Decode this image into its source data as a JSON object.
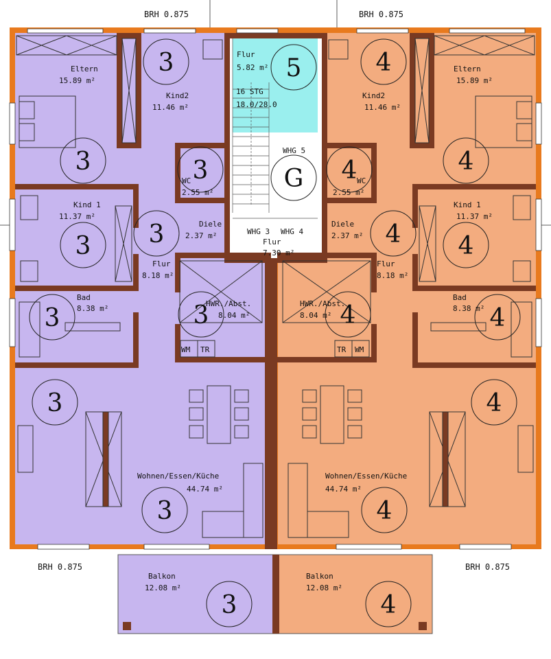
{
  "colors": {
    "unit3": "#c7b6ef",
    "unit4": "#f3ac7f",
    "unit5": "#9aefee",
    "stair": "#ffffff",
    "wall": "#7a3a22",
    "exterior": "#e87a1e"
  },
  "brh": {
    "top_left": "BRH 0.875",
    "top_right": "BRH 0.875",
    "bottom_left": "BRH 0.875",
    "bottom_right": "BRH 0.875"
  },
  "stair": {
    "steps": "16 STG",
    "ratio": "18.0/28.0",
    "unit_label": "WHG 5",
    "symbol": "G",
    "whg3": "WHG 3",
    "whg4": "WHG 4",
    "flur_label": "Flur",
    "flur_area": "7.30 m²"
  },
  "unit5": {
    "flur_label": "Flur",
    "flur_area": "5.82 m²",
    "number": "5"
  },
  "unit3": {
    "eltern": {
      "label": "Eltern",
      "area": "15.89 m²"
    },
    "kind2": {
      "label": "Kind2",
      "area": "11.46 m²"
    },
    "wc": {
      "label": "WC",
      "area": "2.55 m²"
    },
    "kind1": {
      "label": "Kind 1",
      "area": "11.37 m²"
    },
    "diele": {
      "label": "Diele",
      "area": "2.37 m²"
    },
    "flur": {
      "label": "Flur",
      "area": "8.18 m²"
    },
    "bad": {
      "label": "Bad",
      "area": "8.38 m²"
    },
    "hwr": {
      "label": "HWR./Abst.",
      "area": "8.04 m²"
    },
    "wm": "WM",
    "tr": "TR",
    "wohnen": {
      "label": "Wohnen/Essen/Küche",
      "area": "44.74 m²"
    },
    "balkon": {
      "label": "Balkon",
      "area": "12.08 m²"
    },
    "number": "3"
  },
  "unit4": {
    "eltern": {
      "label": "Eltern",
      "area": "15.89 m²"
    },
    "kind2": {
      "label": "Kind2",
      "area": "11.46 m²"
    },
    "wc": {
      "label": "WC",
      "area": "2.55 m²"
    },
    "kind1": {
      "label": "Kind 1",
      "area": "11.37 m²"
    },
    "diele": {
      "label": "Diele",
      "area": "2.37 m²"
    },
    "flur": {
      "label": "Flur",
      "area": "8.18 m²"
    },
    "bad": {
      "label": "Bad",
      "area": "8.38 m²"
    },
    "hwr": {
      "label": "HWR./Abst.",
      "area": "8.04 m²"
    },
    "wm": "WM",
    "tr": "TR",
    "wohnen": {
      "label": "Wohnen/Essen/Küche",
      "area": "44.74 m²"
    },
    "balkon": {
      "label": "Balkon",
      "area": "12.08 m²"
    },
    "number": "4"
  }
}
